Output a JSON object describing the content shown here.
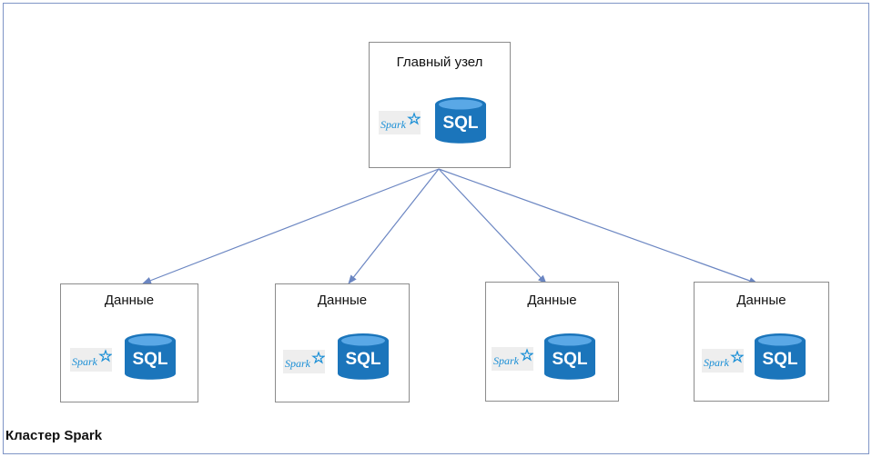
{
  "cluster": {
    "label": "Кластер Spark"
  },
  "master": {
    "label": "Главный узел",
    "sql_text": "SQL",
    "spark_text": "Spark"
  },
  "workers": [
    {
      "label": "Данные",
      "sql_text": "SQL",
      "spark_text": "Spark"
    },
    {
      "label": "Данные",
      "sql_text": "SQL",
      "spark_text": "Spark"
    },
    {
      "label": "Данные",
      "sql_text": "SQL",
      "spark_text": "Spark"
    },
    {
      "label": "Данные",
      "sql_text": "SQL",
      "spark_text": "Spark"
    }
  ],
  "colors": {
    "cluster_border": "#7f95c6",
    "arrow": "#6b86c2",
    "node_border": "#8c8c8c",
    "db_body": "#1b75bb",
    "db_top": "#5aa8e6",
    "spark_text": "#1a8fd6",
    "spark_star": "#1a8fd6"
  },
  "icons": {
    "database": "sql-database-icon",
    "spark": "spark-logo-icon"
  }
}
